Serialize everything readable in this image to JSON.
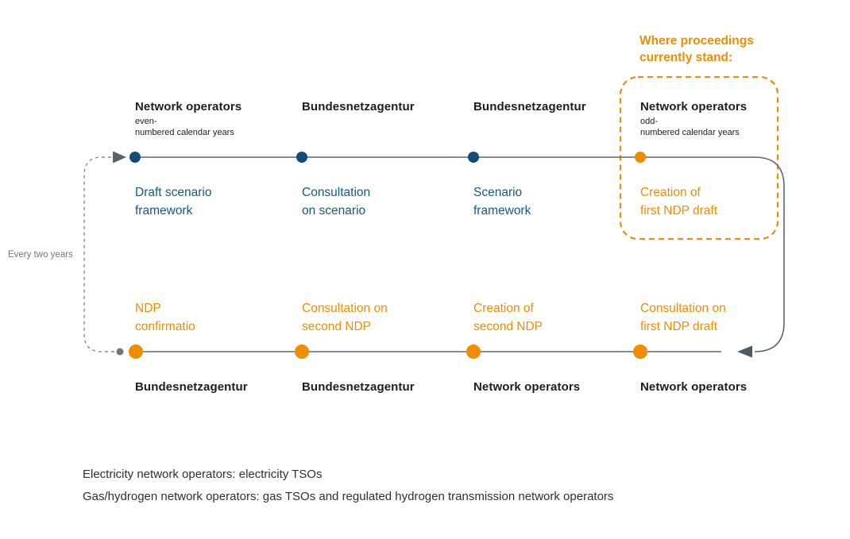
{
  "annotation": {
    "current_position": "Where proceedings currently stand:"
  },
  "cycle_label": "Every two years",
  "top_row": {
    "steps": [
      {
        "actor": "Network operators",
        "note": "even-\nnumbered calendar years",
        "label": "Draft scenario\nframework"
      },
      {
        "actor": "Bundesnetzagentur",
        "label": "Consultation\non scenario"
      },
      {
        "actor": "Bundesnetzagentur",
        "label": "Scenario\nframework"
      },
      {
        "actor": "Network operators",
        "note": "odd-\nnumbered calendar years",
        "label": "Creation of\nfirst NDP draft"
      }
    ]
  },
  "bottom_row": {
    "steps": [
      {
        "label": "NDP\nconfirmatio",
        "actor": "Bundesnetzagentur"
      },
      {
        "label": "Consultation on\nsecond NDP",
        "actor": "Bundesnetzagentur"
      },
      {
        "label": "Creation of\nsecond NDP",
        "actor": "Network operators"
      },
      {
        "label": "Consultation on\nfirst NDP draft",
        "actor": "Network operators"
      }
    ]
  },
  "footnotes": [
    "Electricity network operators: electricity TSOs",
    "Gas/hydrogen network operators: gas TSOs and regulated hydrogen transmission network operators"
  ],
  "colors": {
    "blue": "#134c78",
    "orange": "#f08c00",
    "line_gray": "#5c6770",
    "loop_gray": "#83898e",
    "text_dark": "#1d1d1b"
  }
}
